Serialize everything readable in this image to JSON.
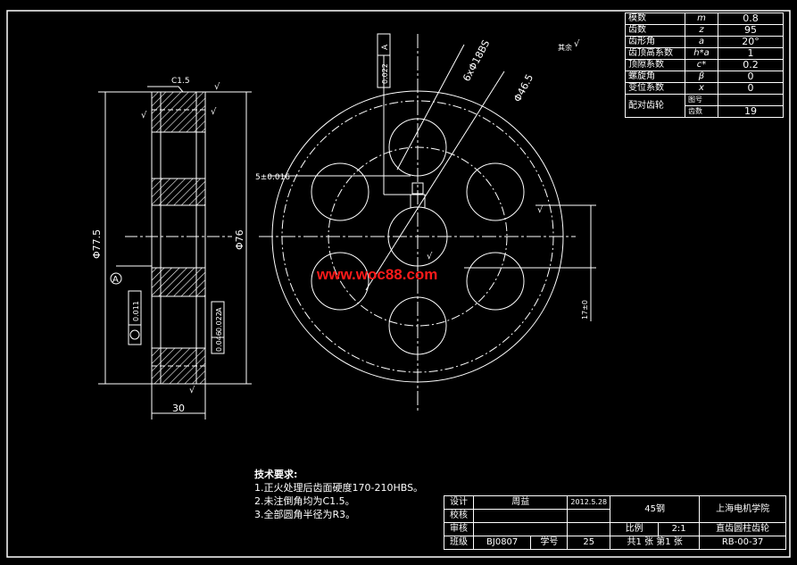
{
  "params_table": {
    "rows": [
      {
        "label": "模数",
        "symbol": "m",
        "value": "0.8"
      },
      {
        "label": "齿数",
        "symbol": "z",
        "value": "95"
      },
      {
        "label": "齿形角",
        "symbol": "a",
        "value": "20°"
      },
      {
        "label": "齿顶高系数",
        "symbol": "h*a",
        "value": "1"
      },
      {
        "label": "顶隙系数",
        "symbol": "c*",
        "value": "0.2"
      },
      {
        "label": "螺旋角",
        "symbol": "β",
        "value": "0"
      },
      {
        "label": "变位系数",
        "symbol": "x",
        "value": "0"
      }
    ],
    "mating_label": "配对齿轮",
    "mating_rows": [
      {
        "label": "图号",
        "value": ""
      },
      {
        "label": "齿数",
        "value": "19"
      }
    ]
  },
  "side_view": {
    "chamfer": "C1.5",
    "dim_width": "30",
    "dim_bore": "Φ77.5",
    "dim_outer": "Φ76",
    "datum": "A",
    "runout_box": "0.011",
    "tol1_value": "0.022",
    "tol1_datum": "A",
    "tol2_value": "0.046",
    "rough1": "√",
    "rough2": "√",
    "rough3": "√",
    "rough4": "√"
  },
  "front_view": {
    "dim_holes": "6xΦ18BS",
    "dim_pcd": "Φ46.5",
    "keyway_width": "5±0.016",
    "keyway_depth": "17±0",
    "tol_value": "0.022",
    "tol_datum": "A",
    "rough_other": "其余",
    "rough1": "√",
    "rough2": "√",
    "rough3": "√"
  },
  "notes": {
    "title": "技术要求:",
    "lines": [
      "1.正火处理后齿面硬度170-210HBS。",
      "2.未注倒角均为C1.5。",
      "3.全部圆角半径为R3。"
    ]
  },
  "watermark": "www.woc88.com",
  "title_block": {
    "design_label": "设计",
    "designer": "周益",
    "date": "2012.5.28",
    "material": "45钢",
    "school": "上海电机学院",
    "check_label": "校核",
    "review_label": "审核",
    "scale_label": "比例",
    "scale": "2:1",
    "part_name": "直齿圆柱齿轮",
    "class_label": "班级",
    "class": "BJ0807",
    "id_label": "学号",
    "id": "25",
    "sheets": "共1 张 第1 张",
    "drawing_no": "RB-00-37"
  }
}
